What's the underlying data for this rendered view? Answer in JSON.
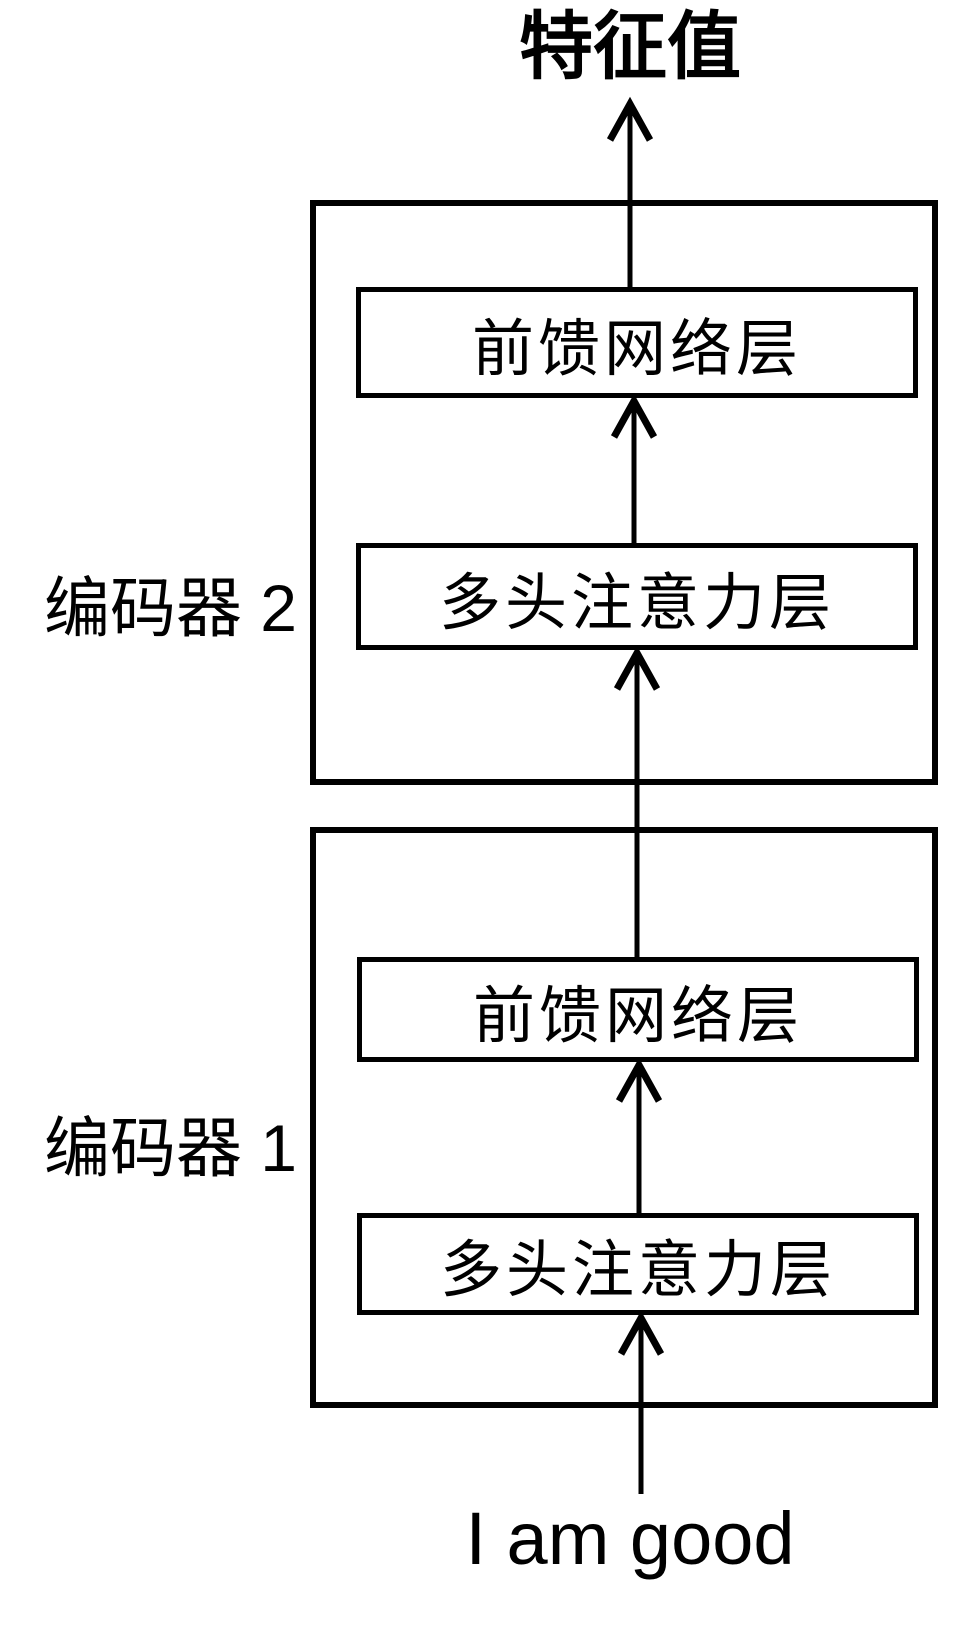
{
  "diagram": {
    "title": "特征值",
    "input_text": "I am good",
    "encoder2": {
      "label": "编码器 2",
      "ffn_label": "前馈网络层",
      "mha_label": "多头注意力层"
    },
    "encoder1": {
      "label": "编码器 1",
      "ffn_label": "前馈网络层",
      "mha_label": "多头注意力层"
    },
    "colors": {
      "line": "#000000",
      "background": "#ffffff",
      "text": "#000000"
    }
  }
}
